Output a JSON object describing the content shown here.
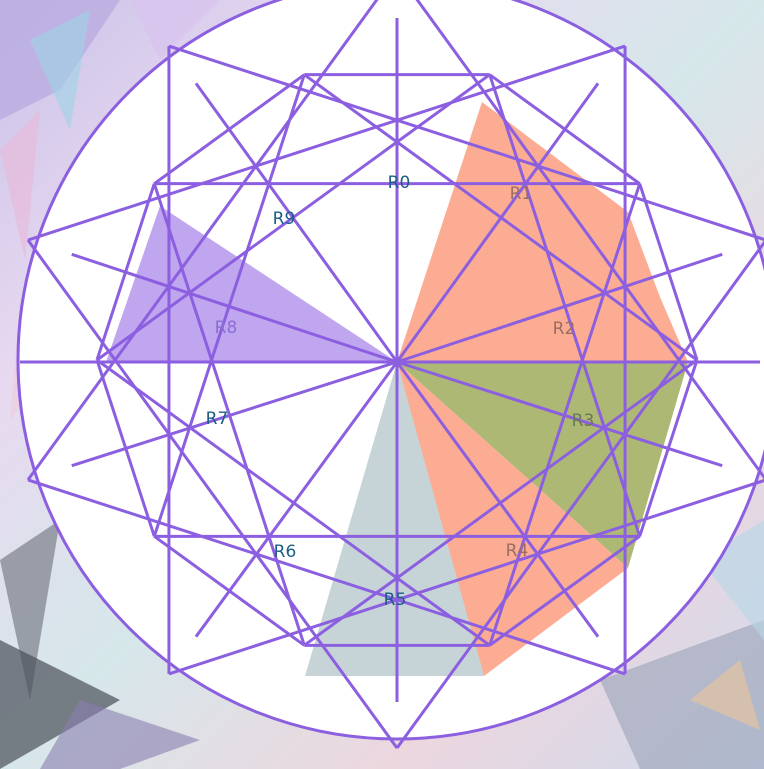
{
  "colors": {
    "stroke": "#8b5fe0",
    "disk": "#ffffff",
    "label_default": "#1c5e86",
    "fill_orange": "#fbac92",
    "fill_olive": "#adb875",
    "fill_slate": "#c6d4d7",
    "fill_lavender": "#c0a5ef",
    "label_orange": "#9c6e62",
    "label_olive": "#6a7a52",
    "label_slate": "#1c5e86",
    "label_lavender": "#8a6fd8"
  },
  "regions": [
    {
      "id": "R0",
      "label": "R0",
      "fill": "none"
    },
    {
      "id": "R1",
      "label": "R1",
      "fill": "orange"
    },
    {
      "id": "R2",
      "label": "R2",
      "fill": "orange"
    },
    {
      "id": "R3",
      "label": "R3",
      "fill": "olive"
    },
    {
      "id": "R4",
      "label": "R4",
      "fill": "orange"
    },
    {
      "id": "R5",
      "label": "R5",
      "fill": "slate"
    },
    {
      "id": "R6",
      "label": "R6",
      "fill": "none"
    },
    {
      "id": "R7",
      "label": "R7",
      "fill": "none"
    },
    {
      "id": "R8",
      "label": "R8",
      "fill": "lavender"
    },
    {
      "id": "R9",
      "label": "R9",
      "fill": "none"
    }
  ]
}
